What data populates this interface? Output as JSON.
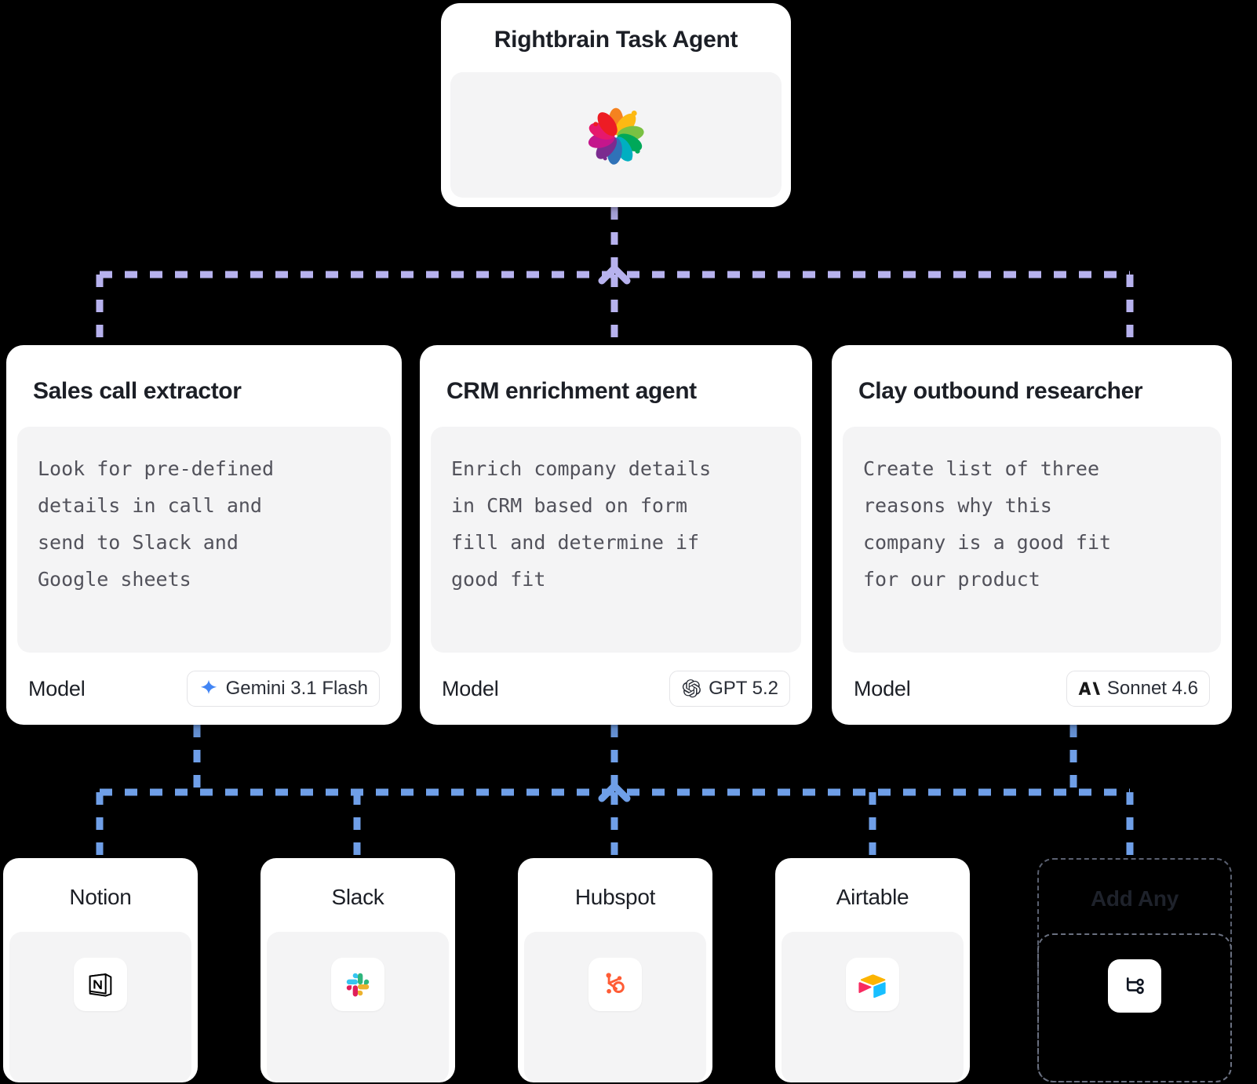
{
  "colors": {
    "canvas": "#000000",
    "card_bg": "#ffffff",
    "panel_bg": "#f4f4f5",
    "title_text": "#1c1f26",
    "body_text": "#52525b",
    "wire_upper": "#b7b2ee",
    "wire_lower": "#6f9fe8",
    "ghost_border": "#5a6070"
  },
  "root": {
    "title": "Rightbrain Task Agent",
    "logo_name": "rightbrain-flower-logo"
  },
  "agents": [
    {
      "title": "Sales call extractor",
      "prompt": "Look for pre-defined\ndetails in call and\nsend to Slack and\nGoogle sheets",
      "model_label": "Model",
      "model_name": "Gemini 3.1 Flash",
      "model_icon": "gemini-sparkle-icon"
    },
    {
      "title": "CRM enrichment agent",
      "prompt": "Enrich company details\nin CRM based on form\nfill and determine if\ngood fit",
      "model_label": "Model",
      "model_name": "GPT 5.2",
      "model_icon": "openai-logo-icon"
    },
    {
      "title": "Clay outbound researcher",
      "prompt": "Create list of three\nreasons why this\ncompany is a good fit\nfor our product",
      "model_label": "Model",
      "model_name": "Sonnet 4.6",
      "model_icon": "anthropic-logo-icon"
    }
  ],
  "integrations": [
    {
      "title": "Notion",
      "icon": "notion-logo-icon"
    },
    {
      "title": "Slack",
      "icon": "slack-logo-icon"
    },
    {
      "title": "Hubspot",
      "icon": "hubspot-logo-icon"
    },
    {
      "title": "Airtable",
      "icon": "airtable-logo-icon"
    }
  ],
  "add_any": {
    "title": "Add Any",
    "icon": "branch-nodes-icon"
  }
}
